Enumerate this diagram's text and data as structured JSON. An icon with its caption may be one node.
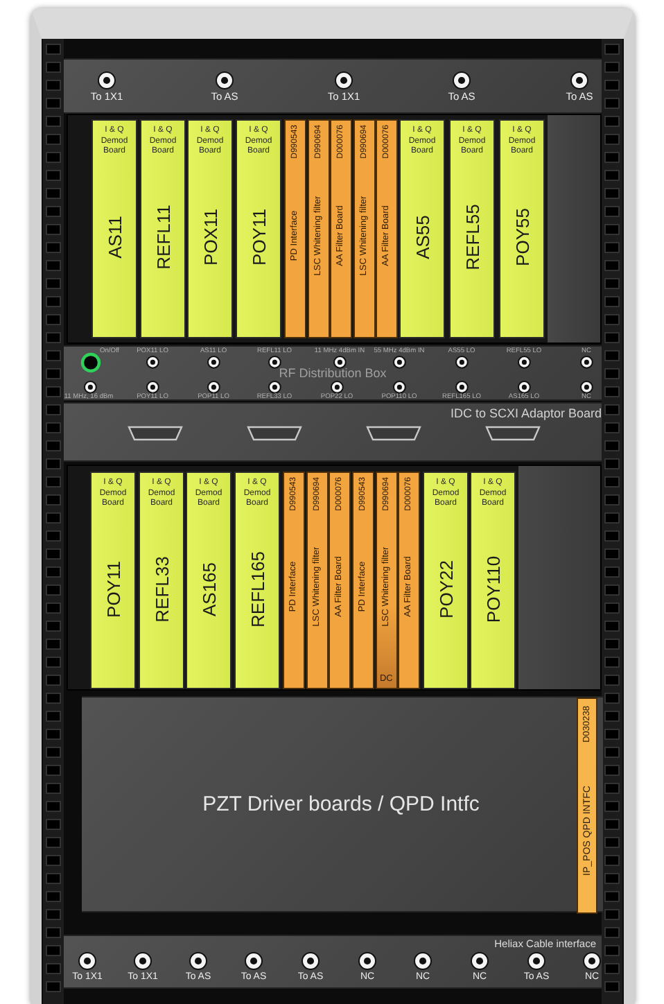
{
  "diagram": {
    "nodes": [
      {
        "text": [],
        "shape": "box"
      },
      {
        "text": [],
        "shape": "box"
      },
      {
        "text": [
          "I & Q Demod Board",
          "AS11"
        ],
        "in": 1
      },
      {
        "text": [
          "I & Q Demod Board",
          "REFL11"
        ],
        "in": 1
      },
      {
        "text": [
          "I & Q Demod Board",
          "POX11"
        ],
        "in": 1
      },
      {
        "text": [
          "I & Q Demod Board",
          "POY11"
        ],
        "in": 1
      },
      {
        "text": [
          "D990543",
          "PD Interface"
        ],
        "in": 1
      },
      {
        "text": [
          "D990694",
          "LSC Whitening filter"
        ],
        "in": 1
      },
      {
        "text": [
          "D000076",
          "AA Filter Board"
        ],
        "in": 1
      },
      {
        "text": [
          "D990694",
          "LSC Whitening filter"
        ],
        "in": 1
      },
      {
        "text": [
          "D000076",
          "AA Filter Board"
        ],
        "in": 1
      },
      {
        "text": [
          "I & Q Demod Board",
          "AS55"
        ],
        "in": 1
      },
      {
        "text": [
          "I & Q Demod Board",
          "REFL55"
        ],
        "in": 1
      },
      {
        "text": [
          "I & Q Demod Board",
          "POY55"
        ],
        "in": 1
      },
      {
        "text": [
          "RF Distribution Box"
        ]
      },
      {
        "text": [
          "IDC to SCXI Adaptor Board"
        ]
      },
      {
        "text": [],
        "shape": "box"
      },
      {
        "text": [
          "I & Q Demod Board",
          "POY11"
        ],
        "in": 16
      },
      {
        "text": [
          "I & Q Demod Board",
          "REFL33"
        ],
        "in": 16
      },
      {
        "text": [
          "I & Q Demod Board",
          "AS165"
        ],
        "in": 16
      },
      {
        "text": [
          "I & Q Demod Board",
          "REFL165"
        ],
        "in": 16
      },
      {
        "text": [
          "D990543",
          "PD Interface"
        ],
        "in": 16
      },
      {
        "text": [
          "D990694",
          "LSC Whitening filter"
        ],
        "in": 16
      },
      {
        "text": [
          "D000076",
          "AA Filter Board"
        ],
        "in": 16
      },
      {
        "text": [
          "D990543",
          "PD Interface"
        ],
        "in": 16
      },
      {
        "text": [
          "D990694",
          "LSC Whitening filter",
          "DC"
        ],
        "in": 16
      },
      {
        "text": [
          "D000076",
          "AA Filter Board"
        ],
        "in": 16
      },
      {
        "text": [
          "I & Q Demod Board",
          "POY22"
        ],
        "in": 16
      },
      {
        "text": [
          "I & Q Demod Board",
          "POY110"
        ],
        "in": 16
      },
      {
        "text": [
          "PZT Driver boards / QPD Intfc"
        ]
      },
      {
        "text": [
          "D030238",
          "IP_POS QPD INTFC"
        ],
        "in": 29
      },
      {
        "text": [
          "Heliax Cable interface"
        ]
      }
    ],
    "labels": [
      "To 1X1",
      "To AS",
      "To 1X1",
      "To AS",
      "To AS",
      "On/Off",
      "POX11 LO",
      "AS11 LO",
      "REFL11 LO",
      "11 MHz 4dBm IN",
      "55 MHz 4dBm IN",
      "AS55 LO",
      "REFL55 LO",
      "NC",
      "11 MHz, 16 dBm",
      "POY11 LO",
      "POP11 LO",
      "REFL33 LO",
      "POP22 LO",
      "POP110 LO",
      "REFL165 LO",
      "AS165 LO",
      "NC",
      "To 1X1",
      "To 1X1",
      "To AS",
      "To AS",
      "To AS",
      "NC",
      "NC",
      "NC",
      "To AS",
      "NC"
    ]
  }
}
